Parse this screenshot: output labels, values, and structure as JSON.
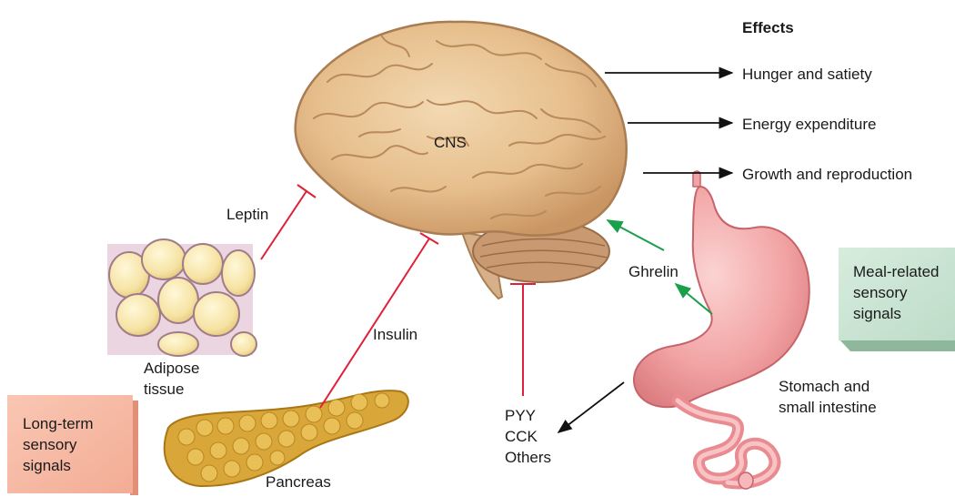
{
  "effects": {
    "heading": "Effects",
    "items": [
      "Hunger and satiety",
      "Energy expenditure",
      "Growth and reproduction"
    ]
  },
  "center": {
    "label": "CNS"
  },
  "signals": {
    "leptin": "Leptin",
    "insulin": "Insulin",
    "ghrelin": "Ghrelin",
    "gut_peptides": [
      "PYY",
      "CCK",
      "Others"
    ]
  },
  "organs": {
    "adipose": [
      "Adipose",
      "tissue"
    ],
    "pancreas": "Pancreas",
    "stomach": [
      "Stomach and",
      "small intestine"
    ]
  },
  "boxes": {
    "long_term": [
      "Long-term",
      "sensory",
      "signals"
    ],
    "meal_related": [
      "Meal-related",
      "sensory",
      "signals"
    ]
  },
  "colors": {
    "inhibition": "#e0203a",
    "stimulation": "#1aa04a",
    "arrow": "#111111",
    "long_term_box": "#f7c0ad",
    "meal_box": "#cfe6d6"
  }
}
